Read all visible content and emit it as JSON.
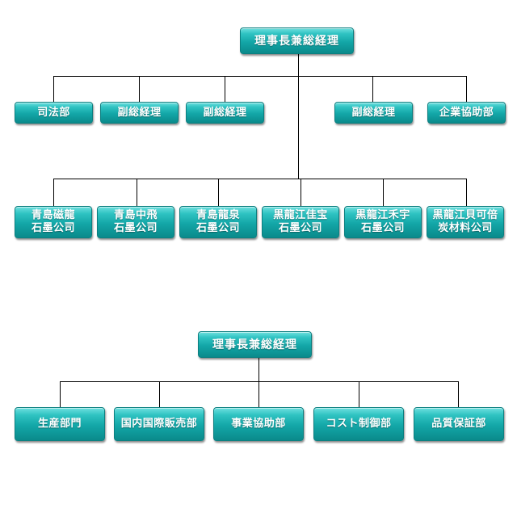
{
  "chart1": {
    "top": "理事長兼総経理",
    "row1": [
      "司法部",
      "副総経理",
      "副総経理",
      "副総経理",
      "企業協助部"
    ],
    "row2": [
      [
        "青島磁龍",
        "石墨公司"
      ],
      [
        "青島中飛",
        "石墨公司"
      ],
      [
        "青島龍泉",
        "石墨公司"
      ],
      [
        "黒龍江佳宝",
        "石墨公司"
      ],
      [
        "黒龍江禾宇",
        "石墨公司"
      ],
      [
        "黒龍江貝可倍",
        "炭材料公司"
      ]
    ]
  },
  "chart2": {
    "top": "理事長兼総経理",
    "departments": [
      "生産部門",
      "国内国際販売部",
      "事業協助部",
      "コスト制御部",
      "品質保証部"
    ]
  }
}
